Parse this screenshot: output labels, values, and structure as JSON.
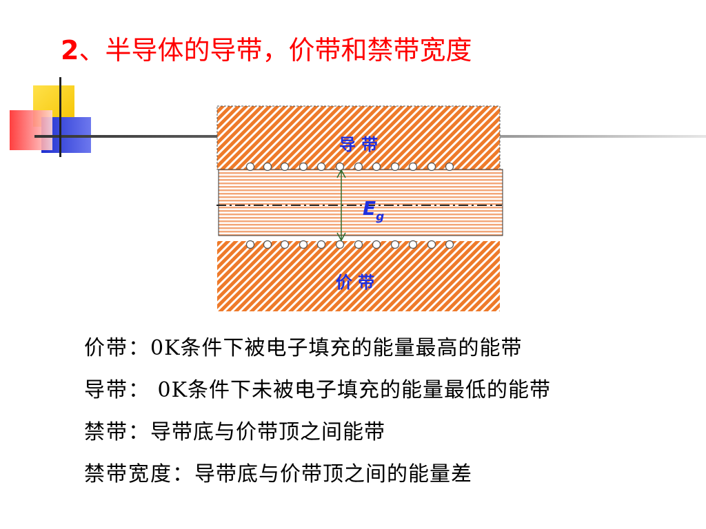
{
  "title": {
    "number": "2",
    "text": "、半导体的导带，价带和禁带宽度"
  },
  "diagram": {
    "conduction_band_label": "导 带",
    "valence_band_label": "价 带",
    "gap_symbol": "E",
    "gap_subscript": "g",
    "colors": {
      "band_fill": "#ee7a2a",
      "gap_stripe": "#f3a779",
      "label_blue": "#1f2fe0",
      "arrow": "#2e6b2e"
    }
  },
  "definitions": [
    {
      "term": "价带：",
      "text": "0K条件下被电子填充的能量最高的能带"
    },
    {
      "term": "导带：",
      "text": " 0K条件下未被电子填充的能量最低的能带"
    },
    {
      "term": "禁带：",
      "text": "导带底与价带顶之间能带"
    },
    {
      "term": "禁带宽度：",
      "text": "导带底与价带顶之间的能量差"
    }
  ],
  "decor_colors": {
    "yellow": "#ffd700",
    "blue": "#2a3bd6",
    "red": "#ff3a3a",
    "line": "#333333"
  }
}
